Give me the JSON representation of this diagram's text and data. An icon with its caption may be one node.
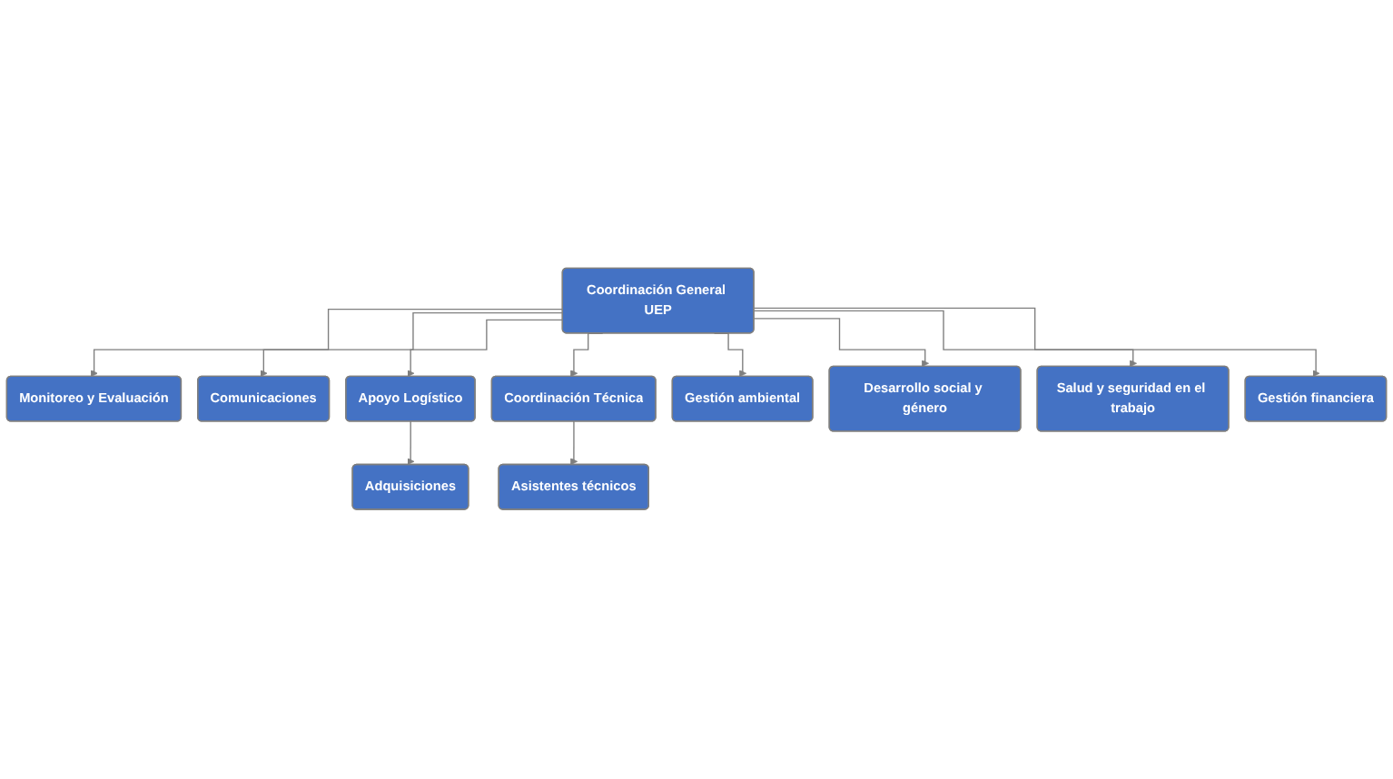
{
  "diagram": {
    "nodes": [
      {
        "text": [
          "Coordinación General UEP"
        ]
      },
      {
        "text": [
          "Monitoreo y Evaluación"
        ]
      },
      {
        "text": [
          "Comunicaciones"
        ]
      },
      {
        "text": [
          "Apoyo Logístico"
        ]
      },
      {
        "text": [
          "Coordinación Técnica"
        ]
      },
      {
        "text": [
          "Gestión ambiental"
        ]
      },
      {
        "text": [
          "Desarrollo social y género"
        ]
      },
      {
        "text": [
          "Salud y seguridad en el trabajo"
        ]
      },
      {
        "text": [
          "Adquisiciones"
        ]
      },
      {
        "text": [
          "Gestión financiera"
        ]
      },
      {
        "text": [
          "Asistentes técnicos"
        ]
      }
    ],
    "edges": [
      {
        "from": 0,
        "to": 1,
        "arrow": "to"
      },
      {
        "from": 0,
        "to": 2,
        "arrow": "to"
      },
      {
        "from": 0,
        "to": 3,
        "arrow": "to"
      },
      {
        "from": 0,
        "to": 4,
        "arrow": "to"
      },
      {
        "from": 0,
        "to": 5,
        "arrow": "to"
      },
      {
        "from": 0,
        "to": 6,
        "arrow": "to"
      },
      {
        "from": 0,
        "to": 7,
        "arrow": "to"
      },
      {
        "from": 3,
        "to": 8,
        "arrow": "to"
      },
      {
        "from": 0,
        "to": 9,
        "arrow": "to"
      },
      {
        "from": 4,
        "to": 10,
        "arrow": "to"
      }
    ]
  }
}
